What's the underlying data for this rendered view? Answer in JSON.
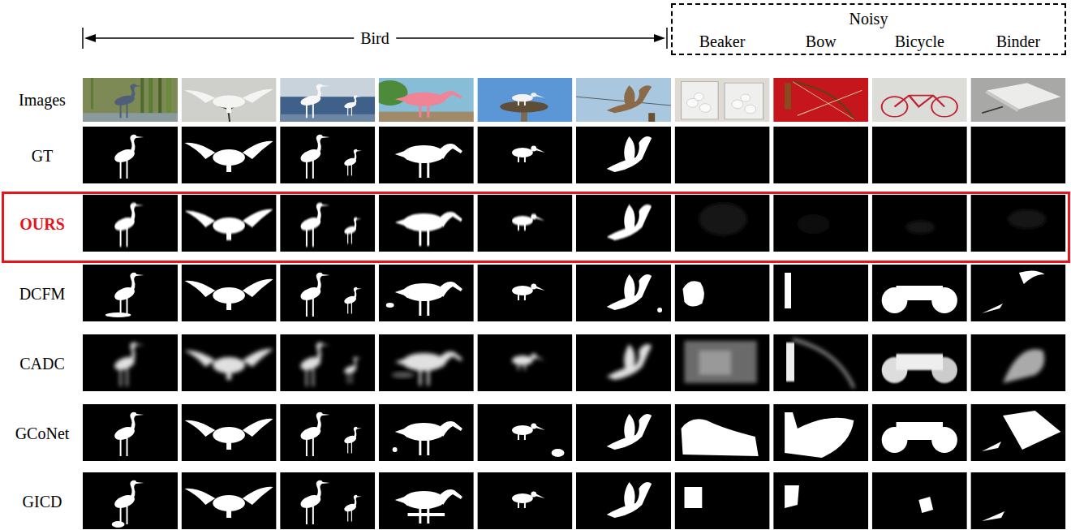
{
  "diagram": {
    "nodes": [
      {
        "text": [
          "Noisy",
          "Beaker",
          "Bow",
          "Bicycle",
          "Binder"
        ]
      },
      {
        "text": [
          "OURS"
        ]
      }
    ],
    "labels": [
      "Bird",
      "Images",
      "GT",
      "DCFM",
      "CADC",
      "GCoNet",
      "GICD"
    ]
  }
}
